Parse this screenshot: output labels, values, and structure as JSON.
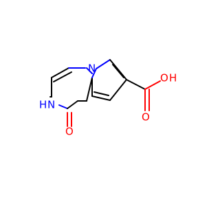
{
  "colors": {
    "carbon": "#000000",
    "nitrogen": "#0000ff",
    "oxygen": "#ff0000"
  },
  "labels": {
    "ring_n": "N",
    "nh": "H",
    "nh_n": "N",
    "carbonyl_o": "O",
    "acid_o": "O",
    "acid_h": "H",
    "carboxyl_o": "O"
  }
}
